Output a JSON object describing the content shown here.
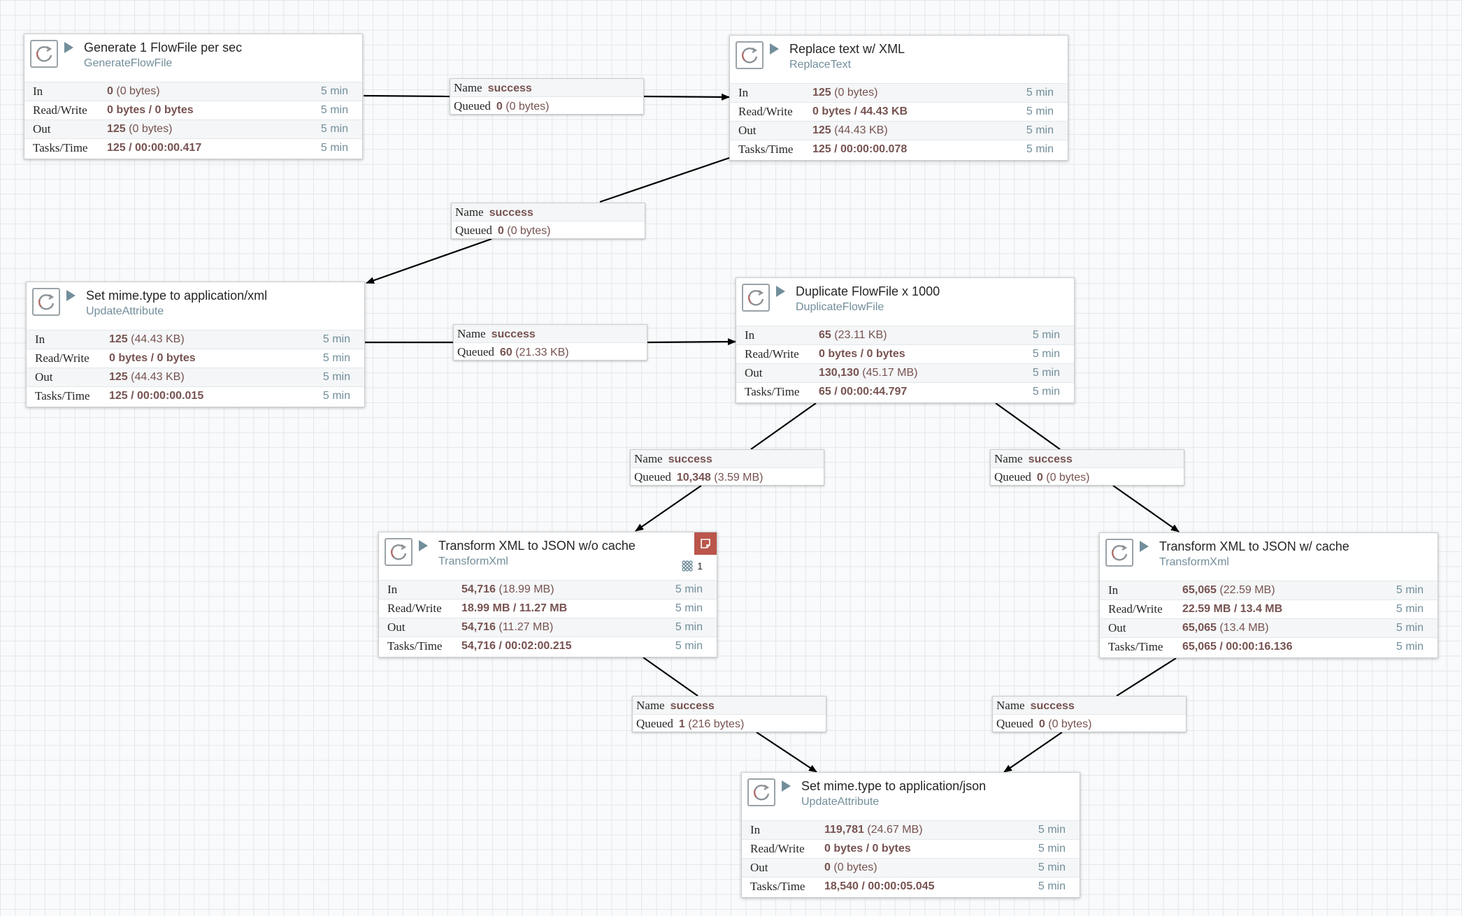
{
  "processors": [
    {
      "id": "p1",
      "name": "Generate 1 FlowFile per sec",
      "type": "GenerateFlowFile",
      "in": "0",
      "in_size": "(0 bytes)",
      "rw": "0 bytes / 0 bytes",
      "out": "125",
      "out_size": "(0 bytes)",
      "tasks": "125 / 00:00:00.417",
      "window": "5 min"
    },
    {
      "id": "p2",
      "name": "Replace text w/ XML",
      "type": "ReplaceText",
      "in": "125",
      "in_size": "(0 bytes)",
      "rw": "0 bytes / 44.43 KB",
      "out": "125",
      "out_size": "(44.43 KB)",
      "tasks": "125 / 00:00:00.078",
      "window": "5 min"
    },
    {
      "id": "p3",
      "name": "Set mime.type to application/xml",
      "type": "UpdateAttribute",
      "in": "125",
      "in_size": "(44.43 KB)",
      "rw": "0 bytes / 0 bytes",
      "out": "125",
      "out_size": "(44.43 KB)",
      "tasks": "125 / 00:00:00.015",
      "window": "5 min"
    },
    {
      "id": "p4",
      "name": "Duplicate FlowFile x 1000",
      "type": "DuplicateFlowFile",
      "in": "65",
      "in_size": "(23.11 KB)",
      "rw": "0 bytes / 0 bytes",
      "out": "130,130",
      "out_size": "(45.17 MB)",
      "tasks": "65 / 00:00:44.797",
      "window": "5 min"
    },
    {
      "id": "p5",
      "name": "Transform XML to JSON w/o cache",
      "type": "TransformXml",
      "in": "54,716",
      "in_size": "(18.99 MB)",
      "rw": "18.99 MB / 11.27 MB",
      "out": "54,716",
      "out_size": "(11.27 MB)",
      "tasks": "54,716 / 00:02:00.215",
      "window": "5 min",
      "threads": "1",
      "bulletin": true
    },
    {
      "id": "p6",
      "name": "Transform XML to JSON w/ cache",
      "type": "TransformXml",
      "in": "65,065",
      "in_size": "(22.59 MB)",
      "rw": "22.59 MB / 13.4 MB",
      "out": "65,065",
      "out_size": "(13.4 MB)",
      "tasks": "65,065 / 00:00:16.136",
      "window": "5 min"
    },
    {
      "id": "p7",
      "name": "Set mime.type to application/json",
      "type": "UpdateAttribute",
      "in": "119,781",
      "in_size": "(24.67 MB)",
      "rw": "0 bytes / 0 bytes",
      "out": "0",
      "out_size": "(0 bytes)",
      "tasks": "18,540 / 00:00:05.045",
      "window": "5 min"
    }
  ],
  "labels": {
    "in": "In",
    "rw": "Read/Write",
    "out": "Out",
    "tasks": "Tasks/Time",
    "name": "Name",
    "queued": "Queued"
  },
  "connections": [
    {
      "id": "c1",
      "from": "p1",
      "to": "p2",
      "name": "success",
      "queued": "0",
      "queued_size": "(0 bytes)"
    },
    {
      "id": "c2",
      "from": "p2",
      "to": "p3",
      "name": "success",
      "queued": "0",
      "queued_size": "(0 bytes)"
    },
    {
      "id": "c3",
      "from": "p3",
      "to": "p4",
      "name": "success",
      "queued": "60",
      "queued_size": "(21.33 KB)"
    },
    {
      "id": "c4",
      "from": "p4",
      "to": "p5",
      "name": "success",
      "queued": "10,348",
      "queued_size": "(3.59 MB)"
    },
    {
      "id": "c5",
      "from": "p4",
      "to": "p6",
      "name": "success",
      "queued": "0",
      "queued_size": "(0 bytes)"
    },
    {
      "id": "c6",
      "from": "p5",
      "to": "p7",
      "name": "success",
      "queued": "1",
      "queued_size": "(216 bytes)"
    },
    {
      "id": "c7",
      "from": "p6",
      "to": "p7",
      "name": "success",
      "queued": "0",
      "queued_size": "(0 bytes)"
    }
  ],
  "icons": {
    "processor": "processor-icon",
    "run": "play-icon",
    "bulletin": "bulletin-icon",
    "threads": "threads-icon"
  },
  "colors": {
    "grid": "#e3e8eb",
    "value": "#775351",
    "muted": "#728e9b",
    "bulletin": "#ba554a"
  }
}
